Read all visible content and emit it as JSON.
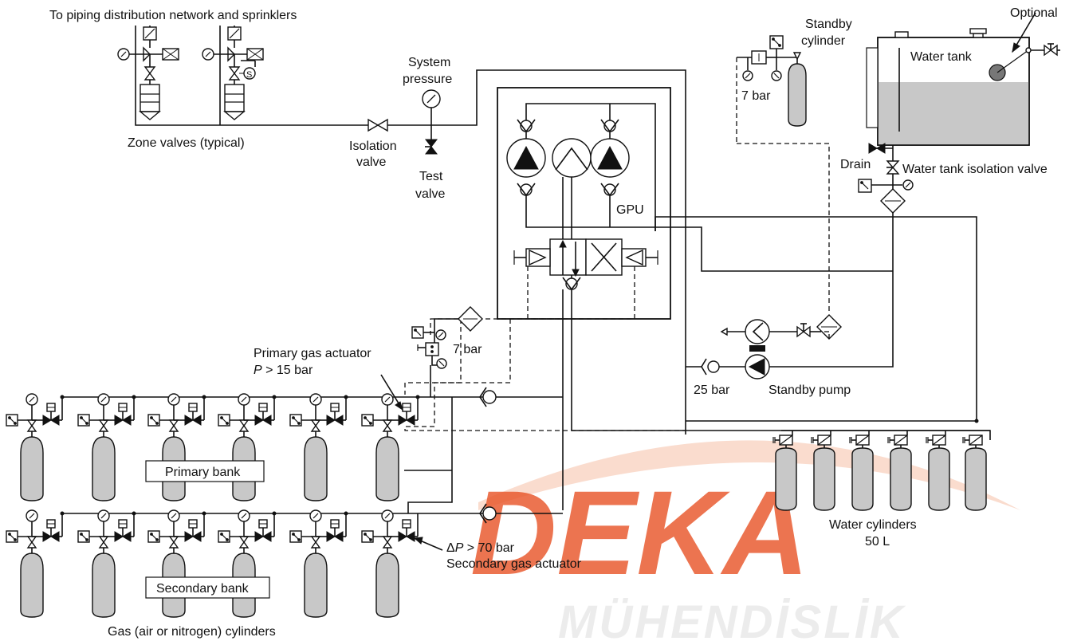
{
  "labels": {
    "piping": "To piping distribution network and sprinklers",
    "zone_valves": "Zone valves (typical)",
    "system_pressure_1": "System",
    "system_pressure_2": "pressure",
    "isolation_valve_1": "Isolation",
    "isolation_valve_2": "valve",
    "test_valve_1": "Test",
    "test_valve_2": "valve",
    "gpu": "GPU",
    "standby_cylinder_1": "Standby",
    "standby_cylinder_2": "cylinder",
    "standby_7bar": "7 bar",
    "optional": "Optional",
    "water_tank": "Water tank",
    "drain": "Drain",
    "tank_isolation": "Water tank isolation valve",
    "regulator_7bar": "7 bar",
    "primary_actuator_1": "Primary gas actuator",
    "primary_actuator_2_var": "P",
    "primary_actuator_2_rest": " > 15 bar",
    "bar25": "25 bar",
    "standby_pump": "Standby pump",
    "water_cylinders_1": "Water cylinders",
    "water_cylinders_2": "50 L",
    "primary_bank": "Primary bank",
    "secondary_bank": "Secondary bank",
    "secondary_actuator_1_delta": "Δ",
    "secondary_actuator_1_var": "P",
    "secondary_actuator_1_rest": " > 70 bar",
    "secondary_actuator_2": "Secondary gas actuator",
    "gas_cylinders": "Gas (air or nitrogen) cylinders"
  },
  "watermark": {
    "brand": "DEKA",
    "sub": "MÜHENDİSLİK",
    "color": "#e8562a"
  },
  "colors": {
    "line": "#111111",
    "cylinder_fill": "#c8c8c8",
    "water_fill": "#c8c8c8"
  }
}
